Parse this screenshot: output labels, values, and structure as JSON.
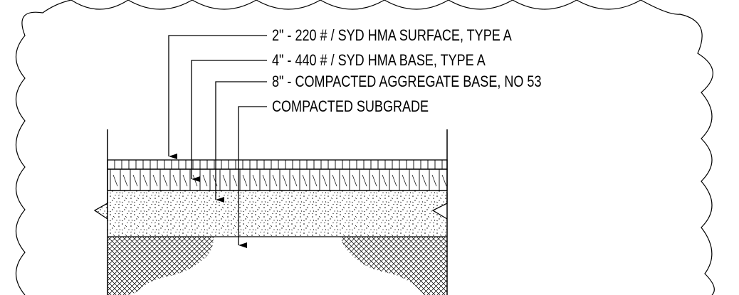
{
  "diagram": {
    "labels": [
      {
        "key": "surface",
        "text": "2\" - 220 # / SYD HMA SURFACE, TYPE A"
      },
      {
        "key": "base",
        "text": "4\" - 440 # / SYD HMA BASE, TYPE A"
      },
      {
        "key": "aggregate",
        "text": "8\" - COMPACTED AGGREGATE BASE, NO 53"
      },
      {
        "key": "subgrade",
        "text": "COMPACTED SUBGRADE"
      }
    ],
    "colors": {
      "line": "#000000",
      "background": "#ffffff"
    }
  }
}
